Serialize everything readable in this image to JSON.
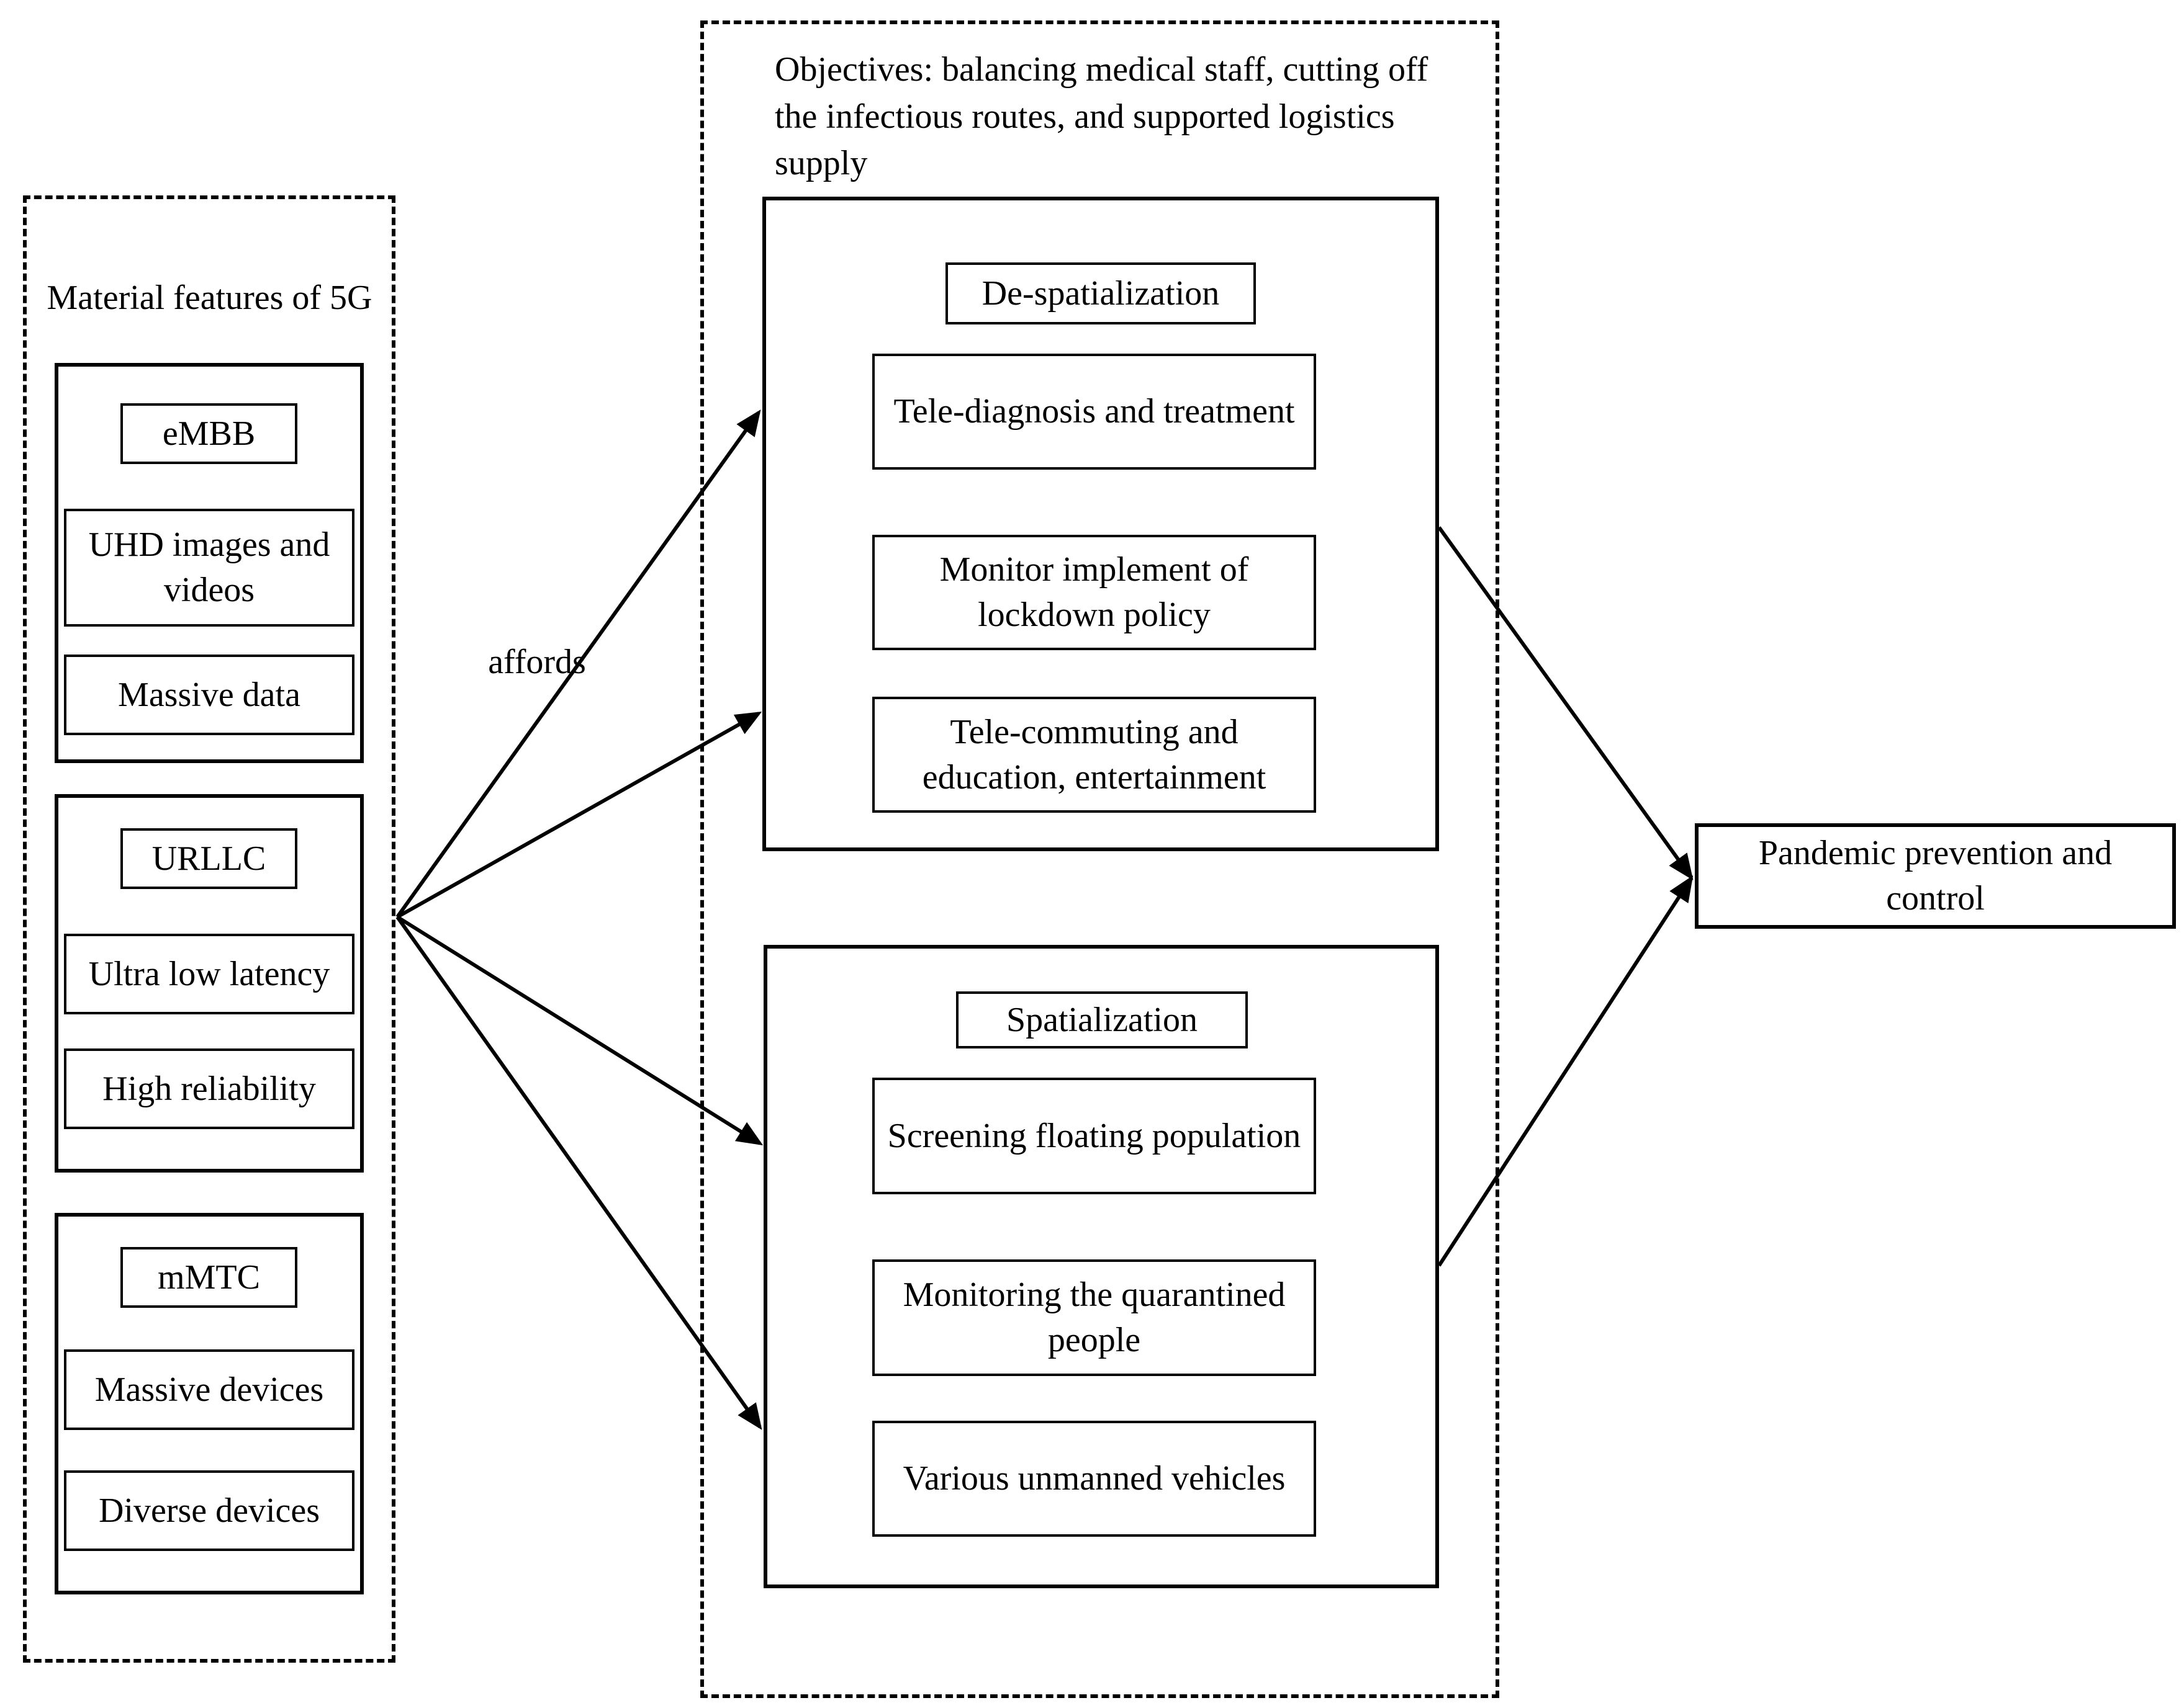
{
  "diagram": {
    "left_panel": {
      "title": "Material features of 5G",
      "groups": [
        {
          "label": "eMBB",
          "items": [
            "UHD images and videos",
            "Massive data"
          ]
        },
        {
          "label": "URLLC",
          "items": [
            "Ultra low latency",
            "High reliability"
          ]
        },
        {
          "label": "mMTC",
          "items": [
            "Massive devices",
            "Diverse devices"
          ]
        }
      ]
    },
    "affords_label": "affords",
    "objectives_panel": {
      "heading": "Objectives: balancing medical staff, cutting off  the infectious routes, and supported logistics supply",
      "despatialization": {
        "title": "De-spatialization",
        "items": [
          "Tele-diagnosis and treatment",
          "Monitor implement of lockdown policy",
          "Tele-commuting and education, entertainment"
        ]
      },
      "spatialization": {
        "title": "Spatialization",
        "items": [
          "Screening floating population",
          "Monitoring the quarantined people",
          "Various unmanned vehicles"
        ]
      }
    },
    "outcome": {
      "label": "Pandemic prevention and control"
    }
  },
  "colors": {
    "line": "#000000",
    "background": "#ffffff"
  }
}
